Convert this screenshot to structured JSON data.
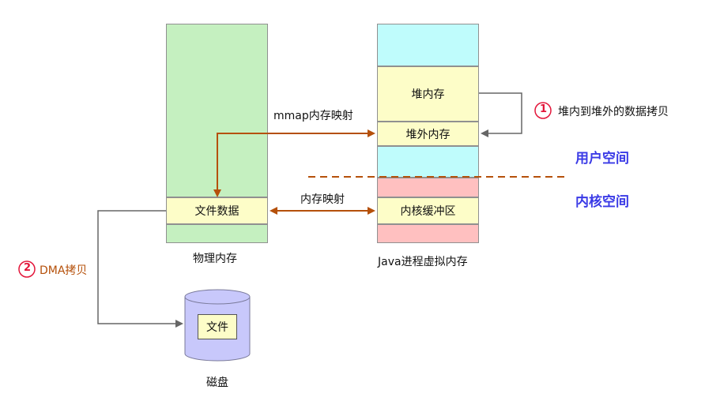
{
  "physical_memory": {
    "caption": "物理内存",
    "file_data": "文件数据"
  },
  "jvm_memory": {
    "caption": "Java进程虚拟内存",
    "heap": "堆内存",
    "offheap": "堆外内存",
    "kernel_buffer": "内核缓冲区"
  },
  "disk": {
    "caption": "磁盘",
    "file": "文件"
  },
  "arrows": {
    "mmap": "mmap内存映射",
    "memory_map": "内存映射"
  },
  "steps": [
    {
      "number": "1",
      "text": "堆内到堆外的数据拷贝"
    },
    {
      "number": "2",
      "text": "DMA拷贝"
    }
  ],
  "regions": {
    "user_space": "用户空间",
    "kernel_space": "内核空间"
  },
  "colors": {
    "green": "#c5f0c0",
    "yellow": "#fdfdc8",
    "cyan": "#bffcfc",
    "pink": "#ffc0c0",
    "arrow_orange": "#b5500a",
    "step_red": "#e3163a",
    "region_blue": "#3a3ae6",
    "disk_purple": "#c8c8fb"
  }
}
